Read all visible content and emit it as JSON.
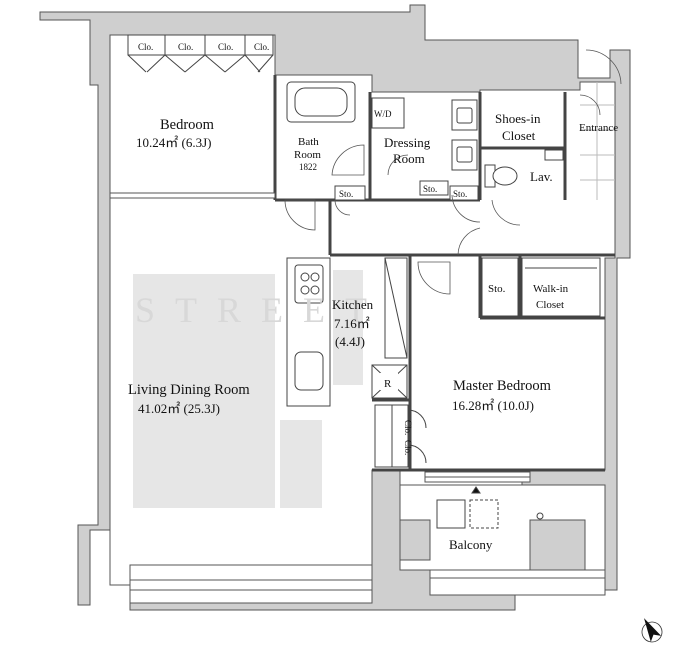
{
  "colors": {
    "wall": "#cfcfcf",
    "wall_outline": "#555555",
    "floor": "#ffffff",
    "furniture_fill": "#e6e6e6",
    "line": "#333333"
  },
  "rooms": {
    "bedroom": {
      "name": "Bedroom",
      "area": "10.24㎡ (6.3J)"
    },
    "bath": {
      "name_line1": "Bath",
      "name_line2": "Room",
      "size": "1822"
    },
    "dressing": {
      "name_line1": "Dressing",
      "name_line2": "Room"
    },
    "wd": "W/D",
    "shoes": {
      "line1": "Shoes-in",
      "line2": "Closet"
    },
    "entrance": "Entrance",
    "lav": "Lav.",
    "kitchen": {
      "name": "Kitchen",
      "area": "7.16㎡",
      "tatami": "(4.4J)"
    },
    "living": {
      "name": "Living Dining Room",
      "area": "41.02㎡ (25.3J)"
    },
    "master": {
      "name": "Master Bedroom",
      "area": "16.28㎡ (10.0J)"
    },
    "walkin": {
      "line1": "Walk-in",
      "line2": "Closet"
    },
    "balcony": "Balcony",
    "refrigerator": "R"
  },
  "storage": {
    "clo": "Clo.",
    "sto": "Sto."
  },
  "watermark": "STREET",
  "compass": {
    "icon": "north-arrow-icon"
  }
}
